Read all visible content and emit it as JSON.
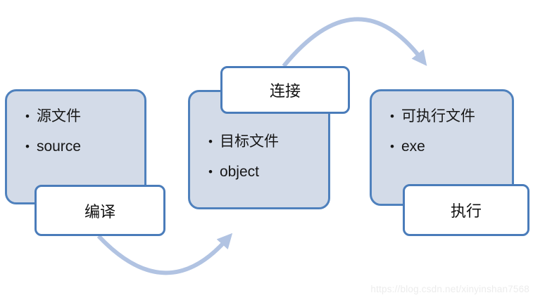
{
  "diagram": {
    "bullet_glyph": "•",
    "stages": [
      {
        "name": "source",
        "bullets": [
          "源文件",
          "source"
        ],
        "step_label": "编译"
      },
      {
        "name": "object",
        "bullets": [
          "目标文件",
          "object"
        ],
        "step_label": "连接"
      },
      {
        "name": "executable",
        "bullets": [
          "可执行文件",
          "exe"
        ],
        "step_label": "执行"
      }
    ],
    "arrows": [
      {
        "name": "top-curved-arrow",
        "from": "连接",
        "to": "执行",
        "shape": "arc-over-top"
      },
      {
        "name": "bottom-curved-arrow",
        "from": "编译",
        "to": "连接",
        "shape": "arc-under-bottom"
      }
    ],
    "colors": {
      "box_fill": "#d3dbe8",
      "box_border": "#4f81bd",
      "label_fill": "#ffffff",
      "label_border": "#4a7cba",
      "arrow": "#b1c3e2",
      "text": "#161616",
      "watermark": "#ececec"
    }
  },
  "watermark": {
    "text": "https://blog.csdn.net/xinyinshan7568"
  }
}
